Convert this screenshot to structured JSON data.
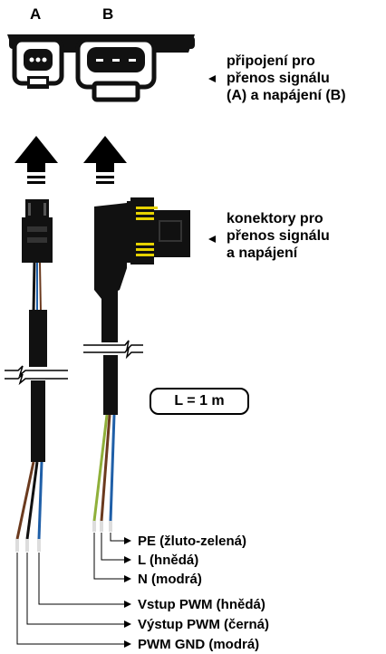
{
  "connector_labels": {
    "a": "A",
    "b": "B"
  },
  "callouts": {
    "connection": [
      "připojení pro",
      "přenos signálu",
      "(A) a napájení (B)"
    ],
    "connectors": [
      "konektory pro",
      "přenos signálu",
      "a napájení"
    ]
  },
  "length_label": "L = 1 m",
  "wires_b": {
    "pe": "PE (žluto-zelená)",
    "l": "L (hnědá)",
    "n": "N (modrá)"
  },
  "wires_a": {
    "pwm_in": "Vstup PWM (hnědá)",
    "pwm_out": "Výstup PWM (černá)",
    "pwm_gnd": "PWM GND (modrá)"
  },
  "colors": {
    "cable": "#111111",
    "connector_yellow": "#e6d200",
    "wire_brown": "#6b3a1e",
    "wire_blue": "#1f5fa8",
    "wire_green_yellow": "#8fb03a"
  }
}
